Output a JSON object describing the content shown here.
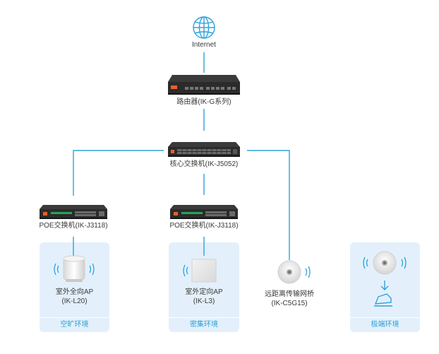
{
  "internet": {
    "label": "Internet"
  },
  "router": {
    "label": "路由器(IK-G系列)"
  },
  "core_switch": {
    "label": "核心交换机(IK-J5052)"
  },
  "poe_switch_left": {
    "label": "POE交换机(IK-J3118)"
  },
  "poe_switch_mid": {
    "label": "POE交换机(IK-J3118)"
  },
  "outdoor_ap": {
    "line1": "室外全向AP",
    "line2": "(IK-L20)"
  },
  "directional_ap": {
    "line1": "室外定向AP",
    "line2": "(IK-L3)"
  },
  "bridge": {
    "line1": "远距离传输网桥",
    "line2": "(IK-C5G15)"
  },
  "environments": {
    "open": "空旷环境",
    "dense": "密集环境",
    "extreme": "极端环境"
  },
  "colors": {
    "link": "#2ba3dc",
    "env_background": "#e3f0fb",
    "device_dark": "#2b2b2b",
    "accent": "#e8602a"
  }
}
